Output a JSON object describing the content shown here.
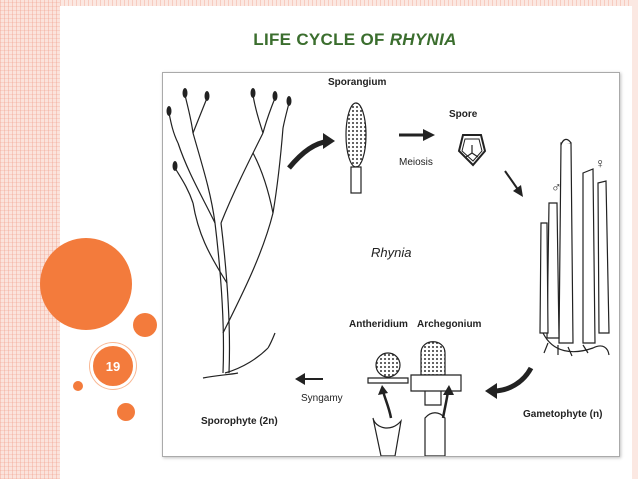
{
  "slide": {
    "title_main": "LIFE CYCLE OF ",
    "title_italic": "RHYNIA",
    "page_number": "19",
    "accent_color": "#f37b3c",
    "title_color": "#3b6e2e"
  },
  "diagram": {
    "center_label": "Rhynia",
    "labels": {
      "sporangium": "Sporangium",
      "spore": "Spore",
      "meiosis": "Meiosis",
      "gametophyte": "Gametophyte (n)",
      "male_symbol": "♂",
      "female_symbol": "♀",
      "antheridium": "Antheridium",
      "archegonium": "Archegonium",
      "syngamy": "Syngamy",
      "sporophyte": "Sporophyte (2n)"
    }
  }
}
